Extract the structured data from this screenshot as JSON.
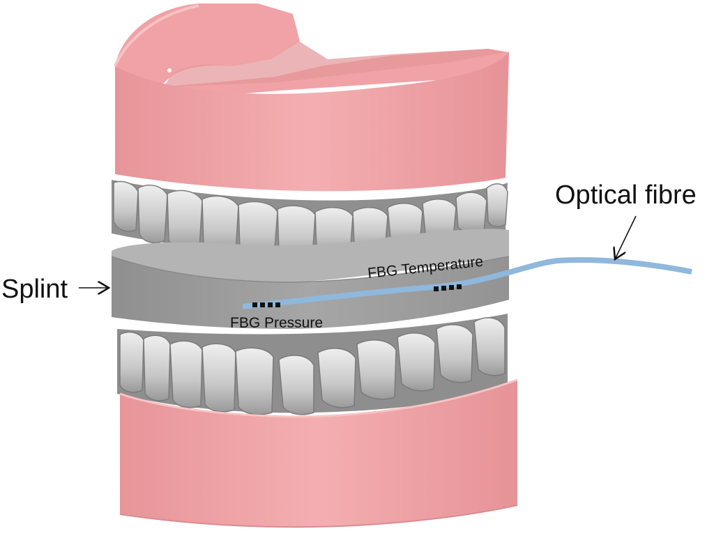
{
  "labels": {
    "optical_fibre": "Optical fibre",
    "splint": "Splint",
    "fbg_temperature": "FBG Temperature",
    "fbg_pressure": "FBG Pressure"
  },
  "colors": {
    "gum": "#f2a7aa",
    "gum_dark": "#d98c90",
    "gum_inner": "#c98287",
    "teeth": "#c9c9c9",
    "teeth_shadow": "#8e8e8e",
    "splint_top": "#b6b6b6",
    "splint_front": "#9c9c9c",
    "fibre": "#8fb8dc",
    "grating": "#111111"
  },
  "icons": [
    "arrow-icon"
  ]
}
